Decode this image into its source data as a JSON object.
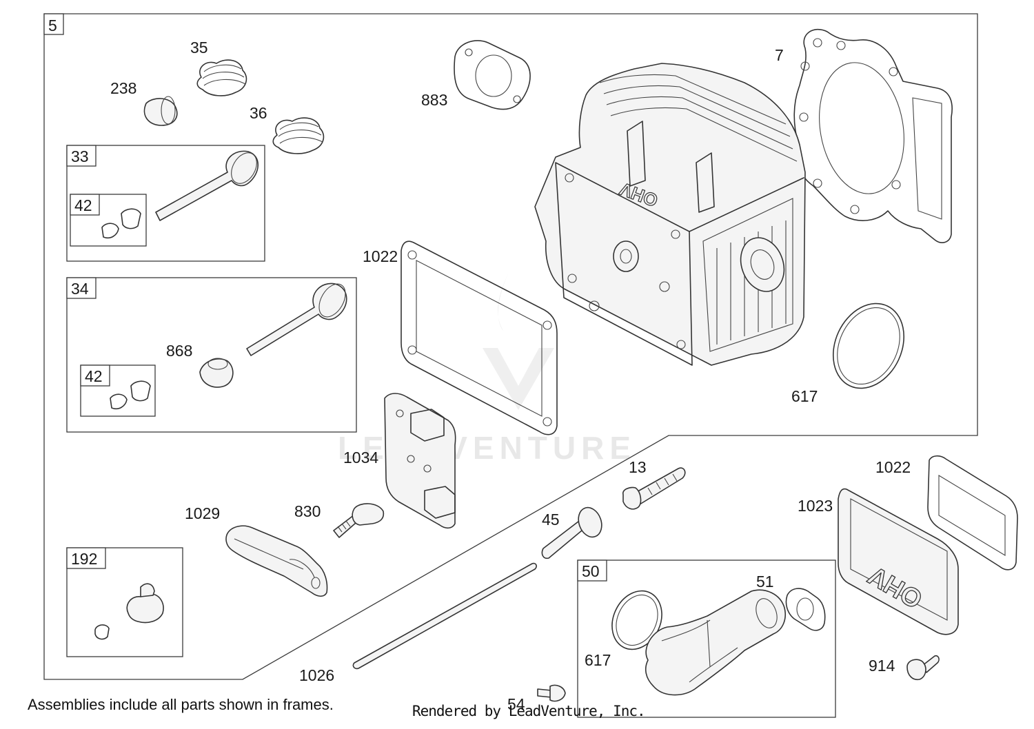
{
  "watermark": "LEADVENTURE",
  "footer": {
    "assemblies_note": "Assemblies include all parts shown in frames.",
    "rendered_by": "Rendered by LeadVenture, Inc."
  },
  "cover_text": "OHV",
  "labels": {
    "main_frame": "5",
    "valve_intake_frame": "33",
    "valve_exhaust_frame": "34",
    "retainer_a": "42",
    "retainer_b": "42",
    "breather_frame": "192",
    "intake_frame": "50",
    "valve_seal_cap": "238",
    "spring_a": "35",
    "spring_b": "36",
    "exhaust_gasket": "883",
    "head_gasket": "7",
    "rocker_gasket": "1022",
    "o_ring": "617",
    "valve_seal": "868",
    "guide_plate": "1034",
    "rocker_arm": "1029",
    "rocker_stud": "830",
    "head_bolt": "13",
    "tappet": "45",
    "cover_gasket": "1022",
    "rocker_cover": "1023",
    "push_rod": "1026",
    "intake_gasket": "51",
    "intake_o_ring": "617",
    "cover_screw": "914",
    "intake_screw": "54"
  }
}
